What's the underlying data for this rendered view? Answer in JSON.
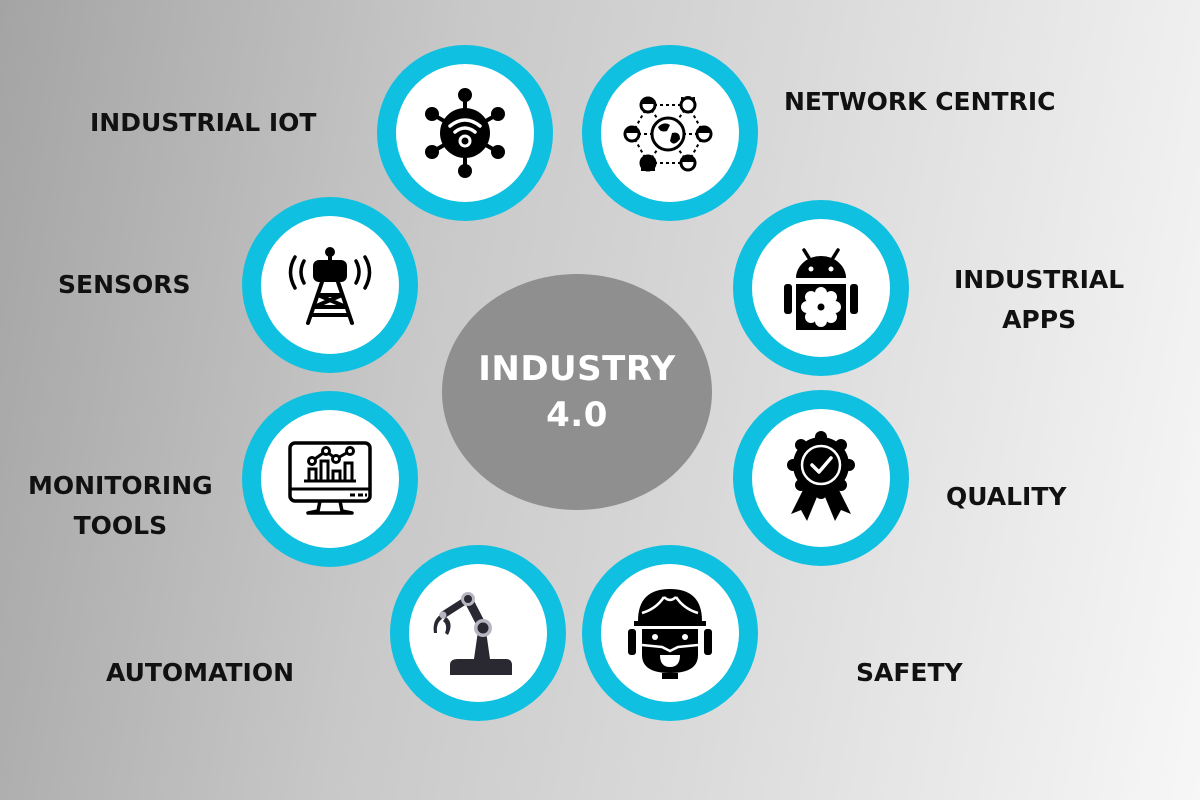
{
  "center": {
    "line1": "INDUSTRY",
    "line2": "4.0"
  },
  "colors": {
    "ring": "#10c0e0",
    "center_fill": "#8f8f8f",
    "label_text": "#111111",
    "center_text": "#ffffff"
  },
  "nodes": [
    {
      "id": "industrial-iot",
      "label": "INDUSTRIAL IOT",
      "icon": "network-hub-wifi-icon"
    },
    {
      "id": "network-centric",
      "label": "NETWORK CENTRIC",
      "icon": "globe-network-people-icon"
    },
    {
      "id": "sensors",
      "label": "SENSORS",
      "icon": "radio-tower-icon"
    },
    {
      "id": "industrial-apps",
      "label_line1": "INDUSTRIAL",
      "label_line2": "APPS",
      "icon": "android-gear-icon"
    },
    {
      "id": "monitoring-tools",
      "label_line1": "MONITORING",
      "label_line2": "TOOLS",
      "icon": "monitor-chart-icon"
    },
    {
      "id": "quality",
      "label": "QUALITY",
      "icon": "award-ribbon-check-icon"
    },
    {
      "id": "automation",
      "label": "AUTOMATION",
      "icon": "robotic-arm-icon"
    },
    {
      "id": "safety",
      "label": "SAFETY",
      "icon": "safety-helmet-worker-icon"
    }
  ]
}
